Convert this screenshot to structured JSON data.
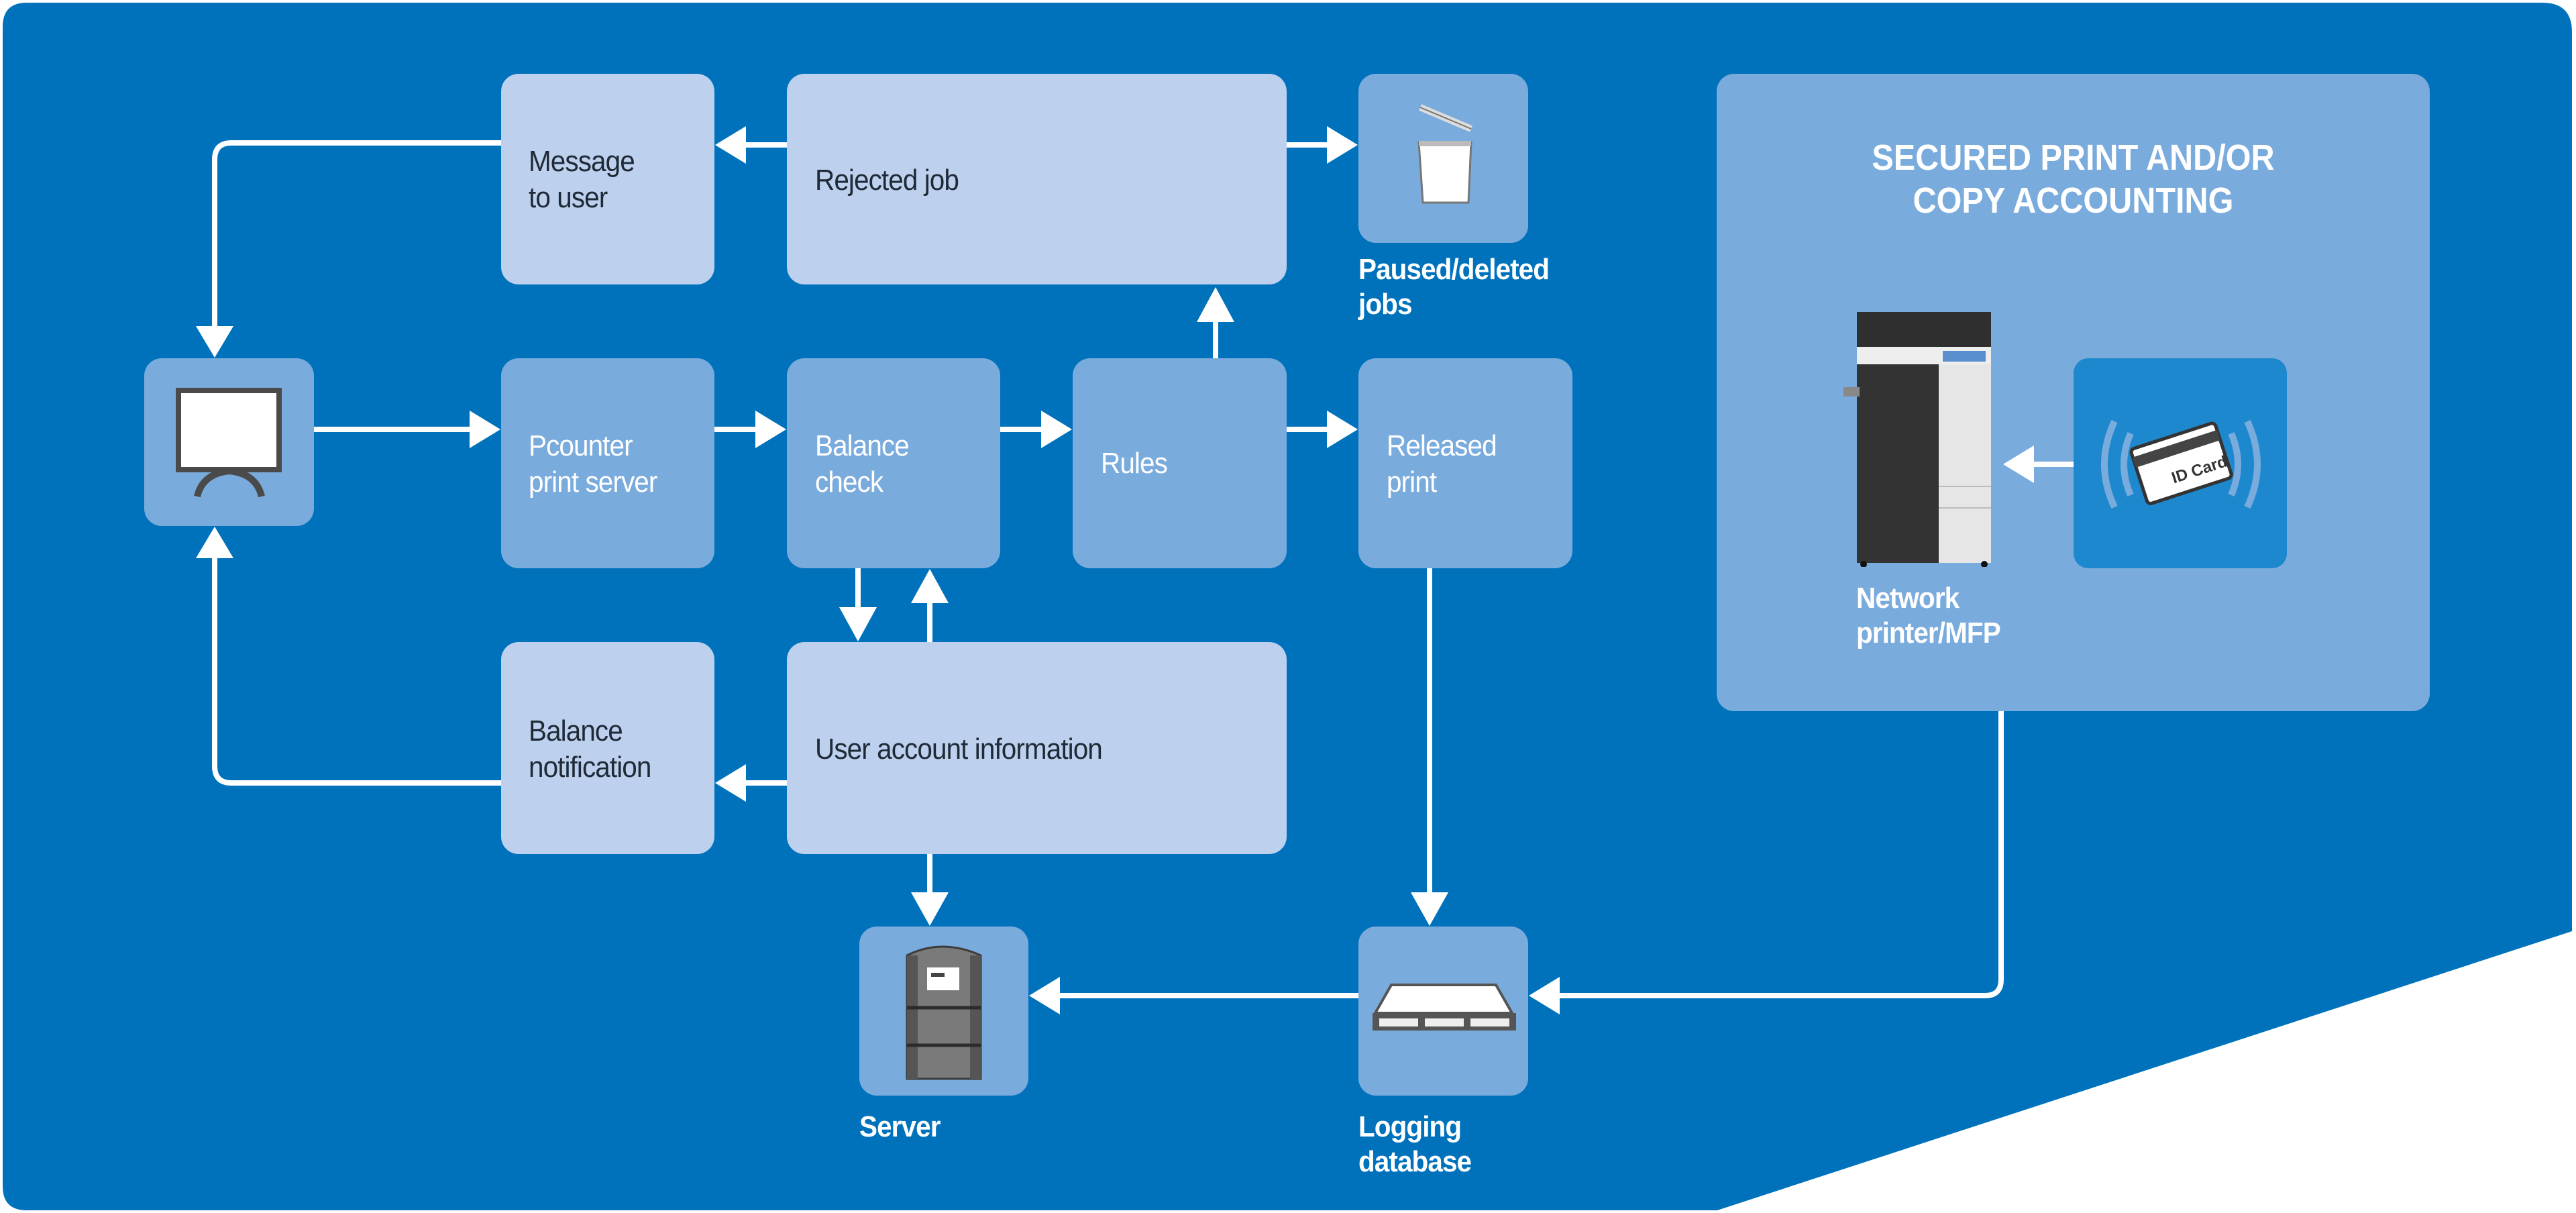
{
  "diagram": {
    "title_line1": "SECURED PRINT AND/OR",
    "title_line2": "COPY ACCOUNTING",
    "colors": {
      "background": "#0072bc",
      "light_box": "#bdd0ee",
      "medium_box": "#7aabdd",
      "card_box": "#1e88cf",
      "connector": "#ffffff"
    },
    "nodes": {
      "workstation": {
        "icon": "monitor-icon"
      },
      "message_to_user": {
        "line1": "Message",
        "line2": "to user"
      },
      "rejected_job": {
        "label": "Rejected job"
      },
      "paused_deleted": {
        "icon": "trash-icon",
        "line1": "Paused/deleted",
        "line2": "jobs"
      },
      "pcounter": {
        "line1": "Pcounter",
        "line2": "print server"
      },
      "balance_check": {
        "line1": "Balance",
        "line2": "check"
      },
      "rules": {
        "label": "Rules"
      },
      "released_print": {
        "line1": "Released",
        "line2": "print"
      },
      "balance_notification": {
        "line1": "Balance",
        "line2": "notification"
      },
      "user_account": {
        "label": "User account information"
      },
      "server": {
        "icon": "server-tower-icon",
        "caption": "Server"
      },
      "logging_db": {
        "icon": "rack-server-icon",
        "line1": "Logging",
        "line2": "database"
      },
      "printer": {
        "icon": "mfp-printer-icon",
        "line1": "Network",
        "line2": "printer/MFP"
      },
      "id_card": {
        "icon": "id-card-icon",
        "card_text": "ID Card"
      }
    },
    "edges": [
      {
        "from": "workstation",
        "to": "pcounter"
      },
      {
        "from": "pcounter",
        "to": "balance_check"
      },
      {
        "from": "balance_check",
        "to": "rules"
      },
      {
        "from": "rules",
        "to": "released_print"
      },
      {
        "from": "rules",
        "to": "rejected_job"
      },
      {
        "from": "rejected_job",
        "to": "message_to_user"
      },
      {
        "from": "rejected_job",
        "to": "paused_deleted"
      },
      {
        "from": "message_to_user",
        "to": "workstation"
      },
      {
        "from": "balance_check",
        "to": "user_account"
      },
      {
        "from": "user_account",
        "to": "balance_check"
      },
      {
        "from": "user_account",
        "to": "balance_notification"
      },
      {
        "from": "balance_notification",
        "to": "workstation"
      },
      {
        "from": "user_account",
        "to": "server"
      },
      {
        "from": "released_print",
        "to": "logging_db"
      },
      {
        "from": "logging_db",
        "to": "server"
      },
      {
        "from": "printer",
        "to": "logging_db"
      },
      {
        "from": "id_card",
        "to": "printer"
      }
    ]
  }
}
